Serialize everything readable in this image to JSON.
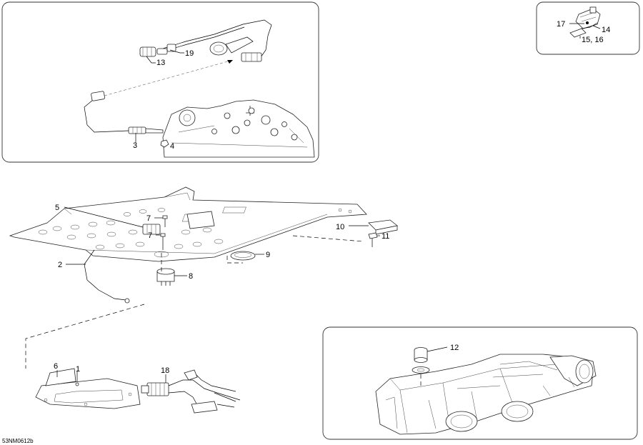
{
  "drawing_code": "53NM0612b",
  "callouts": {
    "c1": "1",
    "c2": "2",
    "c3": "3",
    "c4": "4",
    "c5": "5",
    "c6": "6",
    "c7a": "7",
    "c7b": "7",
    "c8": "8",
    "c9": "9",
    "c10": "10",
    "c11": "11",
    "c12": "12",
    "c13": "13",
    "c14": "14",
    "c15_16": "15, 16",
    "c17": "17",
    "c18": "18",
    "c19": "19"
  }
}
